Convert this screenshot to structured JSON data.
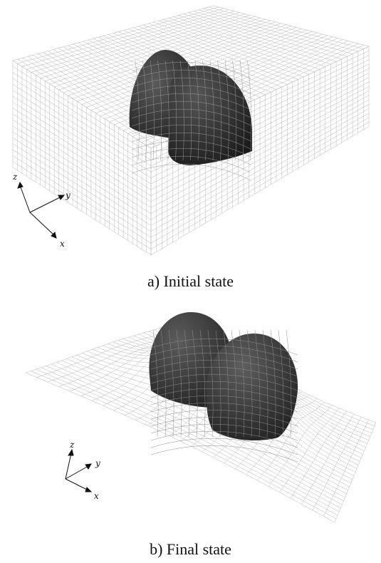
{
  "figure": {
    "panels": [
      {
        "caption": "a) Initial state",
        "axes": {
          "z": "z",
          "y": "y",
          "x": "x"
        }
      },
      {
        "caption": "b) Final state",
        "axes": {
          "z": "z",
          "y": "y",
          "x": "x"
        }
      }
    ]
  },
  "colors": {
    "mesh": "#b0b0b0",
    "body": "#2a2a2a",
    "body_highlight": "#5a5a5a",
    "axes": "#111111"
  }
}
